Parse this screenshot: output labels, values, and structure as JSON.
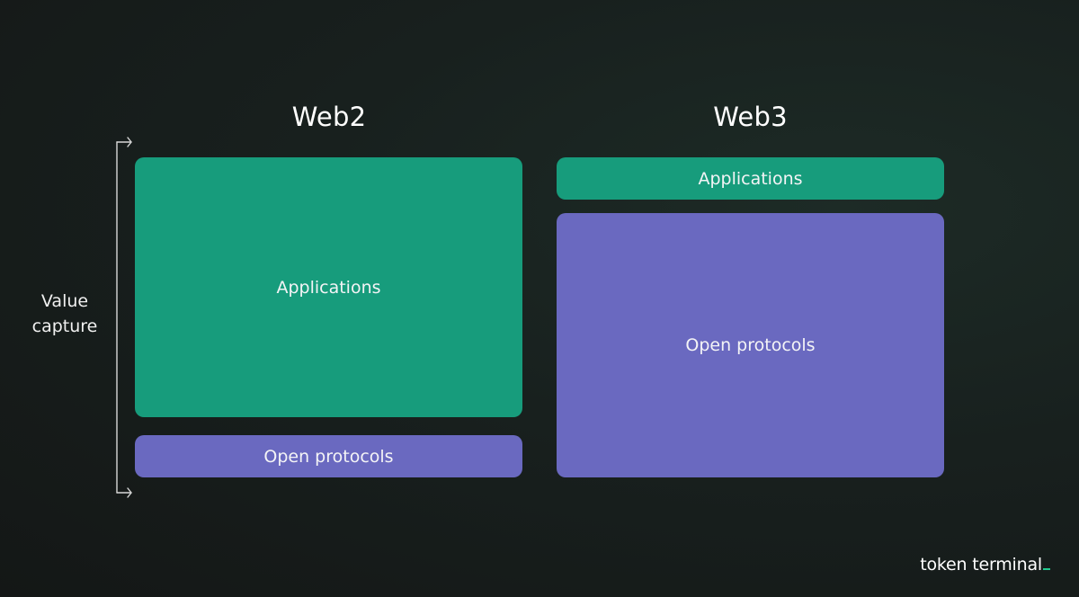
{
  "value_capture": {
    "line1": "Value",
    "line2": "capture"
  },
  "web2": {
    "title": "Web2",
    "applications_label": "Applications",
    "protocols_label": "Open protocols"
  },
  "web3": {
    "title": "Web3",
    "applications_label": "Applications",
    "protocols_label": "Open protocols"
  },
  "brand": {
    "name": "token terminal"
  },
  "colors": {
    "applications": "#179c7c",
    "open_protocols": "#6a69c0",
    "brand_accent": "#21c98f"
  }
}
